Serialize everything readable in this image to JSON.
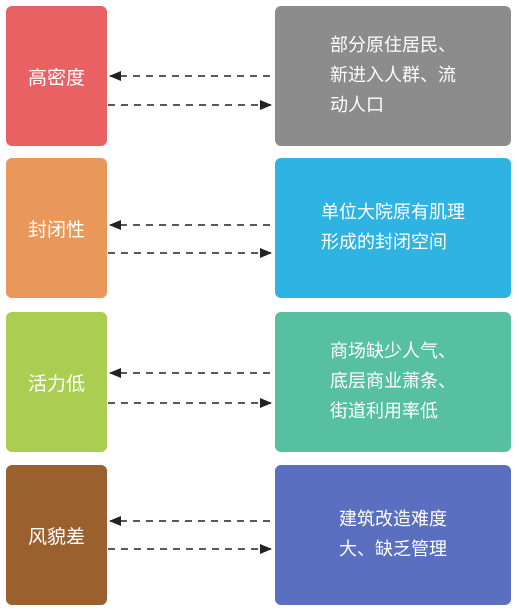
{
  "rows": [
    {
      "left_label": "高密度",
      "left_color": "#e96163",
      "right_lines": [
        "部分原住居民、",
        "新进入人群、流",
        "动人口"
      ],
      "right_color": "#8c8c8c"
    },
    {
      "left_label": "封闭性",
      "left_color": "#e8985a",
      "right_lines": [
        "单位大院原有肌理",
        "形成的封闭空间"
      ],
      "right_color": "#2eb3e2"
    },
    {
      "left_label": "活力低",
      "left_color": "#aacd52",
      "right_lines": [
        "商场缺少人气、",
        "底层商业萧条、",
        "街道利用率低"
      ],
      "right_color": "#57c0a0"
    },
    {
      "left_label": "风貌差",
      "left_color": "#9a602e",
      "right_lines": [
        "建筑改造难度",
        "大、缺乏管理"
      ],
      "right_color": "#5a6fbf"
    }
  ],
  "arrow_color": "#222222"
}
